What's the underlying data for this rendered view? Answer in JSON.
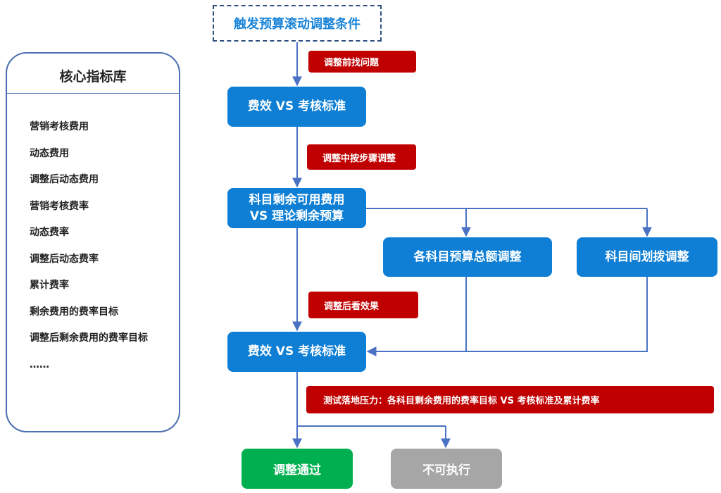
{
  "trigger": {
    "label": "触发预算滚动调整条件"
  },
  "indicator_library": {
    "title": "核心指标库",
    "items": [
      "营销考核费用",
      "动态费用",
      "调整后动态费用",
      "营销考核费率",
      "动态费率",
      "调整后动态费率",
      "累计费率",
      "剩余费用的费率目标",
      "调整后剩余费用的费率目标",
      "……"
    ]
  },
  "nodes": {
    "efficiency_check_1": "费效 VS 考核标准",
    "remaining_vs_budget_line1": "科目剩余可用费用",
    "remaining_vs_budget_line2": "VS 理论剩余预算",
    "total_adjust": "各科目预算总额调整",
    "transfer_adjust": "科目间划拨调整",
    "efficiency_check_2": "费效 VS 考核标准"
  },
  "annotations": {
    "before": "调整前找问题",
    "during": "调整中按步骤调整",
    "after": "调整后看效果",
    "stress_test": "测试落地压力：各科目剩余费用的费率目标 VS 考核标准及累计费率"
  },
  "outcomes": {
    "pass": "调整通过",
    "fail": "不可执行"
  },
  "colors": {
    "node_blue": "#0e7fd4",
    "tag_red": "#c00000",
    "pass_green": "#00b050",
    "fail_gray": "#a6a6a6",
    "connector": "#4a72c4",
    "trigger_text": "#1a84d8"
  }
}
